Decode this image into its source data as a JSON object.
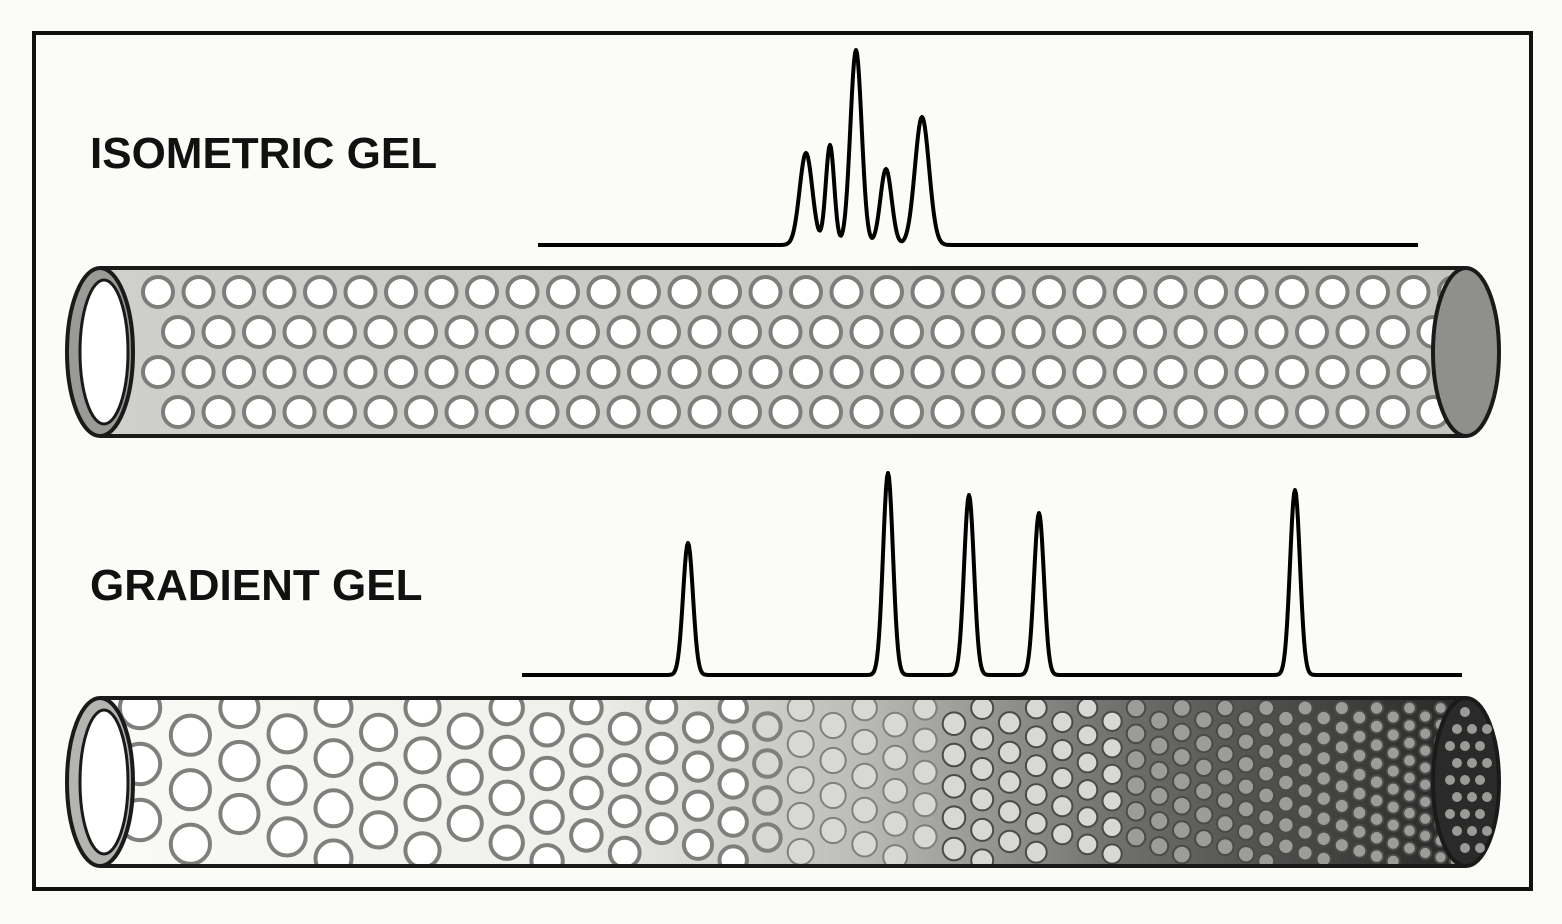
{
  "diagram": {
    "background": "#fbfbf8",
    "frame_color": "#111111",
    "panels": [
      {
        "id": "isometric",
        "label": "ISOMETRIC GEL",
        "pore_style": "uniform",
        "trace_peak_count": 5,
        "tube_tint_start": "#c9c9c5",
        "tube_tint_end": "#c9c9c5"
      },
      {
        "id": "gradient",
        "label": "GRADIENT GEL",
        "pore_style": "gradient",
        "trace_peak_count": 5,
        "tube_tint_start": "#f6f6f3",
        "tube_tint_end": "#2b2b2b"
      }
    ]
  }
}
